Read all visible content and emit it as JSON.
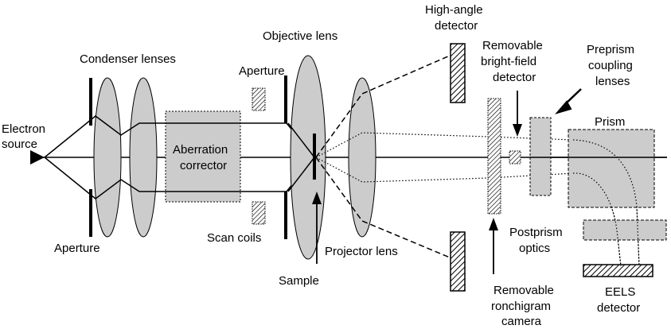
{
  "labels": {
    "electron_source_1": "Electron",
    "electron_source_2": "source",
    "condenser_lenses": "Condenser lenses",
    "aperture_bottom": "Aperture",
    "aberration_1": "Aberration",
    "aberration_2": "corrector",
    "aperture_top": "Aperture",
    "scan_coils": "Scan coils",
    "objective_lens": "Objective lens",
    "sample": "Sample",
    "projector_lens": "Projector lens",
    "high_angle_1": "High-angle",
    "high_angle_2": "detector",
    "bf_1": "Removable",
    "bf_2": "bright-field",
    "bf_3": "detector",
    "prism_coupling_1": "Preprism",
    "prism_coupling_2": "coupling",
    "prism_coupling_3": "lenses",
    "prism": "Prism",
    "postprism_1": "Postprism",
    "postprism_2": "optics",
    "ronchigram_1": "Removable",
    "ronchigram_2": "ronchigram",
    "ronchigram_3": "camera",
    "eels_1": "EELS",
    "eels_2": "detector"
  },
  "colors": {
    "component_fill": "#cccccc",
    "line": "#000000",
    "background": "#ffffff"
  }
}
